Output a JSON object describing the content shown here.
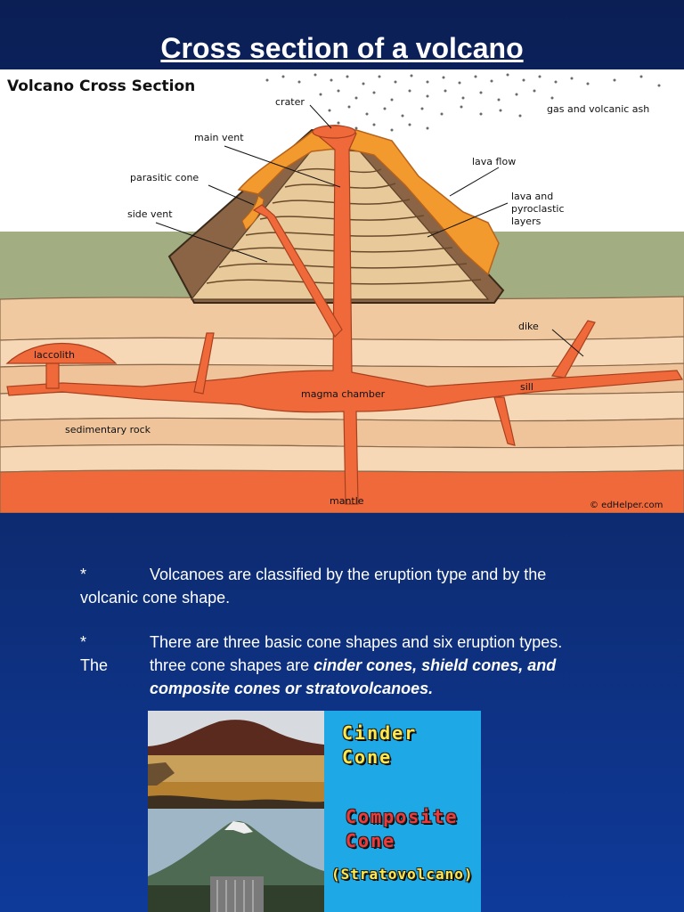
{
  "slide": {
    "title": "Cross section of a volcano"
  },
  "diagram": {
    "heading": "Volcano Cross Section",
    "labels": {
      "crater": "crater",
      "gas_ash": "gas and volcanic ash",
      "main_vent": "main vent",
      "lava_flow": "lava flow",
      "parasitic_cone": "parasitic cone",
      "layers_line1": "lava and",
      "layers_line2": "pyroclastic",
      "layers_line3": "layers",
      "side_vent": "side vent",
      "dike": "dike",
      "laccolith": "laccolith",
      "sill": "sill",
      "magma_chamber": "magma chamber",
      "sedimentary_rock": "sedimentary rock",
      "mantle": "mantle",
      "credit": "© edHelper.com"
    },
    "colors": {
      "sky": "#ffffff",
      "ground": "#a3ad82",
      "rock_light": "#f7d3ac",
      "rock_mid": "#e6b78a",
      "magma": "#f0693a",
      "lava": "#f29a2e",
      "cone_brown": "#8a6444",
      "cone_layers": "#e8c99a"
    }
  },
  "bullets": [
    {
      "marker": "*",
      "line1": "Volcanoes are classified by the eruption type and by the",
      "line2": "volcanic cone shape."
    },
    {
      "marker": "*",
      "line1": "There are three basic cone shapes and six eruption types.",
      "line2_lead": "The",
      "line2_text": "three cone shapes are ",
      "line2_emph": "cinder cones, shield cones, and",
      "line3_emph": "composite cones or stratovolcanoes."
    }
  ],
  "cone_panel": {
    "cinder_line1": "Cinder",
    "cinder_line2": "Cone",
    "composite_line1": "Composite",
    "composite_line2": "Cone",
    "composite_line3": "(Stratovolcano)",
    "colors": {
      "panel_bg": "#1ea8e6",
      "cinder_text": "#ffe94a",
      "composite_text": "#ee3a3a",
      "strato_text": "#ffe94a"
    }
  }
}
